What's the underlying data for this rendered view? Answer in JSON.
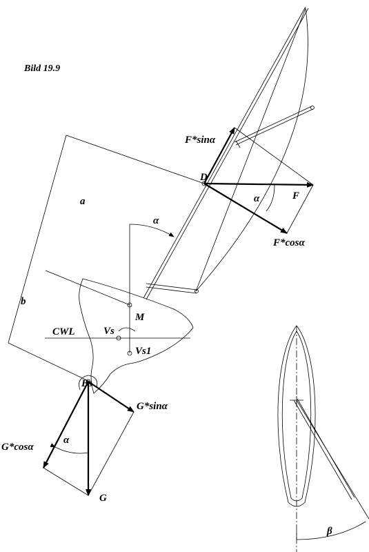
{
  "figure_title": "Bild 19.9",
  "labels": {
    "a": "a",
    "b": "b",
    "alpha": "α",
    "beta": "β",
    "D": "D",
    "F": "F",
    "F_sin": "F*sinα",
    "F_cos": "F*cosα",
    "M": "M",
    "CWL": "CWL",
    "Vs": "Vs",
    "Vs1": "Vs1",
    "Bs": "Bs",
    "G": "G",
    "G_sin": "G*sinα",
    "G_cos": "G*cosα"
  },
  "colors": {
    "ink": "#000000",
    "background": "#ffffff"
  }
}
